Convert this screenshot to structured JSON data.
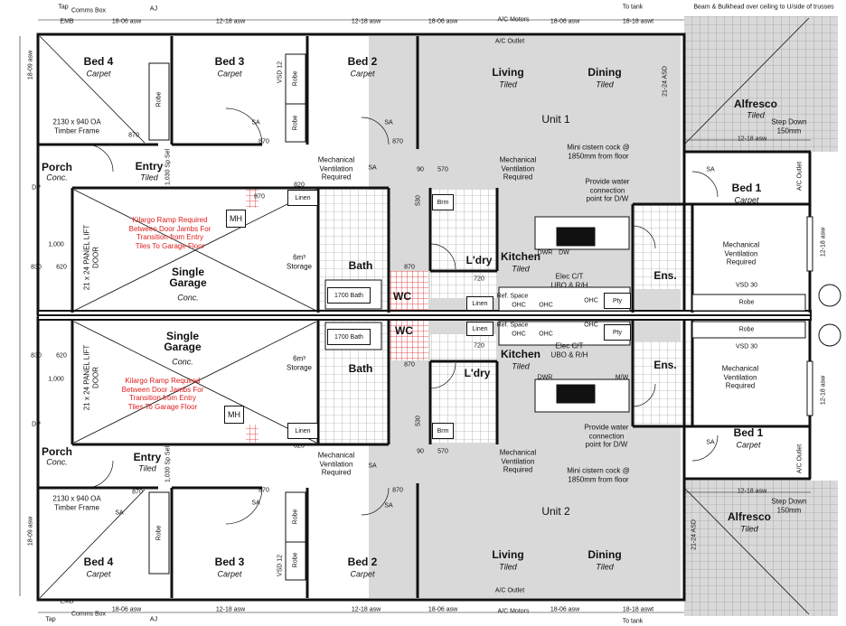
{
  "units": [
    {
      "label": "Unit 1"
    },
    {
      "label": "Unit 2"
    }
  ],
  "rooms": {
    "bed4_top": {
      "name": "Bed 4",
      "finish": "Carpet"
    },
    "bed3_top": {
      "name": "Bed 3",
      "finish": "Carpet"
    },
    "bed2_top": {
      "name": "Bed 2",
      "finish": "Carpet"
    },
    "living_top": {
      "name": "Living",
      "finish": "Tiled"
    },
    "dining_top": {
      "name": "Dining",
      "finish": "Tiled"
    },
    "alfresco_top": {
      "name": "Alfresco",
      "finish": "Tiled"
    },
    "bed1_top": {
      "name": "Bed 1",
      "finish": "Carpet"
    },
    "porch_top": {
      "name": "Porch",
      "finish": "Conc."
    },
    "entry_top": {
      "name": "Entry",
      "finish": "Tiled"
    },
    "garage_top": {
      "name": "Single\nGarage",
      "finish": "Conc."
    },
    "bath_top": {
      "name": "Bath"
    },
    "wc_top": {
      "name": "WC"
    },
    "ldry_top": {
      "name": "L'dry"
    },
    "kitchen_top": {
      "name": "Kitchen",
      "finish": "Tiled"
    },
    "ens_top": {
      "name": "Ens."
    },
    "bed4_bot": {
      "name": "Bed 4",
      "finish": "Carpet"
    },
    "bed3_bot": {
      "name": "Bed 3",
      "finish": "Carpet"
    },
    "bed2_bot": {
      "name": "Bed 2",
      "finish": "Carpet"
    },
    "living_bot": {
      "name": "Living",
      "finish": "Tiled"
    },
    "dining_bot": {
      "name": "Dining",
      "finish": "Tiled"
    },
    "alfresco_bot": {
      "name": "Alfresco",
      "finish": "Tiled"
    },
    "bed1_bot": {
      "name": "Bed 1",
      "finish": "Carpet"
    },
    "porch_bot": {
      "name": "Porch",
      "finish": "Conc."
    },
    "entry_bot": {
      "name": "Entry",
      "finish": "Tiled"
    },
    "garage_bot": {
      "name": "Single\nGarage",
      "finish": "Conc."
    },
    "bath_bot": {
      "name": "Bath"
    },
    "wc_bot": {
      "name": "WC"
    },
    "ldry_bot": {
      "name": "L'dry"
    },
    "kitchen_bot": {
      "name": "Kitchen",
      "finish": "Tiled"
    },
    "ens_bot": {
      "name": "Ens."
    }
  },
  "notes": {
    "mech_vent": "Mechanical\nVentilation\nRequired",
    "cistern": "Mini cistern cock @\n1850mm from floor",
    "dw_point": "Provide water\nconnection\npoint for D/W",
    "kilargo": "Kilargo Ramp Required\nBetween Door Jambs For\nTransition from Entry\nTiles To Garage Floor",
    "timber_frame": "2130 x 940 OA\nTimber Frame",
    "storage": "6m³\nStorage",
    "step_down": "Step Down\n150mm",
    "to_tank": "To tank",
    "ac_outlet": "A/C Outlet",
    "ac_motors": "A/C\nMotors",
    "beam_note": "Beam & Bulkhead over\nceiling to U/side of trusses",
    "panel_lift": "21 x 24 PANEL LIFT\nDOOR",
    "mh": "MH",
    "sa": "SA",
    "linen": "Linen",
    "robe": "Robe",
    "bath_1700": "1700 Bath",
    "brm": "Brm",
    "pty": "Pty",
    "ohc": "OHC",
    "elec": "Elec C/T\nUBO & R/H",
    "ref_space": "Ref. Space",
    "dwr": "DWR",
    "dw": "DW",
    "mw": "M/W",
    "vsd": "VSD 30",
    "vsd12": "VSD 12",
    "emb": "EMB",
    "tap": "Tap",
    "comms": "Comms\nBox",
    "dp": "DP",
    "aj": "AJ",
    "ac_outlet_side": "A/C Outlet"
  },
  "dims": {
    "d1806asw": "18-06 asw",
    "d1218asw": "12-18 asw",
    "d1818aswt": "18-18 aswt",
    "d1218": "12-18 asw",
    "d2124asd": "21-24 ASD",
    "d1809asw": "18-09 asw",
    "d1218v": "12-18 asw",
    "d870": "870",
    "d820": "820",
    "d1000": "1,000",
    "d830": "830",
    "d620": "620",
    "d1030": "1,030 Sp Sel",
    "d90": "90",
    "d570": "570",
    "d530": "530",
    "d720": "720"
  },
  "colors": {
    "wall": "#111111",
    "shade": "#d9d9d9",
    "red": "#e01b1b",
    "tile_grid": "#8a8a8a"
  }
}
